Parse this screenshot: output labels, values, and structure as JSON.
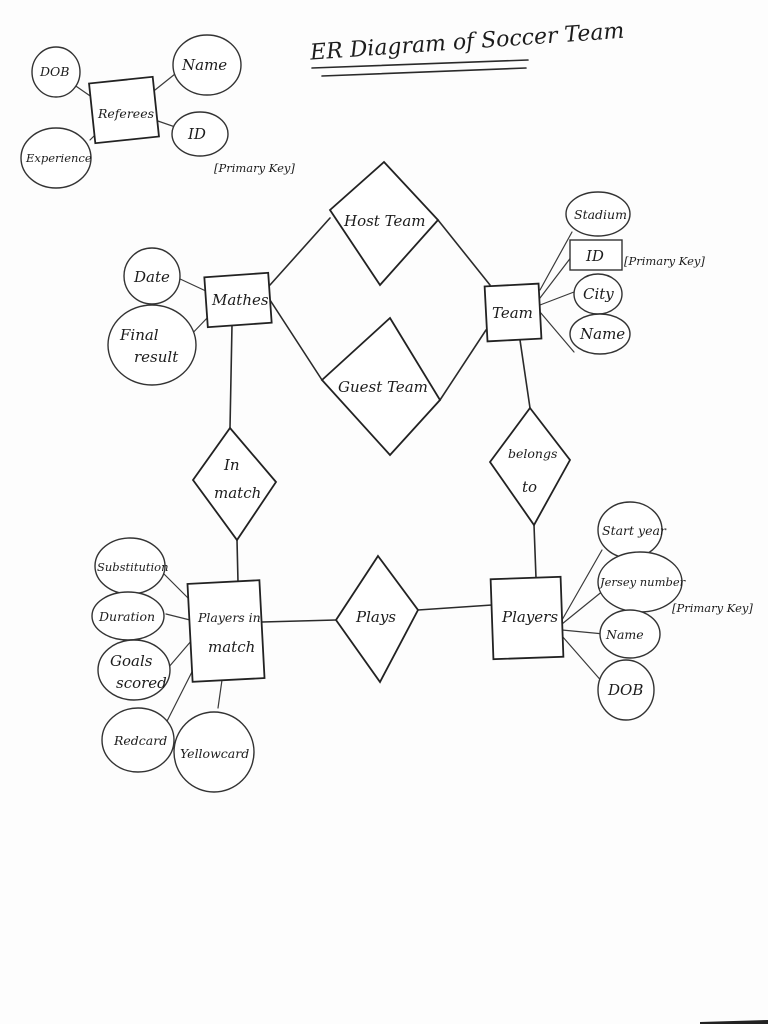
{
  "title": "ER Diagram of Soccer Team",
  "entities": {
    "referees": "Referees",
    "matches": "Mathes",
    "team": "Team",
    "players_in_match": [
      "Players in",
      "match"
    ],
    "players": "Players"
  },
  "relationships": {
    "host_team": "Host Team",
    "guest_team": "Guest Team",
    "in_match": [
      "In",
      "match"
    ],
    "belongs_to": [
      "belongs",
      "to"
    ],
    "plays": "Plays"
  },
  "attributes": {
    "referees": {
      "dob": "DOB",
      "name": "Name",
      "id": "ID",
      "experience": "Experience",
      "id_note": "[Primary Key]"
    },
    "matches": {
      "date": "Date",
      "final_result": [
        "Final",
        "result"
      ]
    },
    "team": {
      "stadium": "Stadium",
      "id": "ID",
      "id_note": "[Primary Key]",
      "city": "City",
      "name": "Name"
    },
    "players_in_match": {
      "substitution": "Substitution",
      "duration": "Duration",
      "goals_scored": [
        "Goals",
        "scored"
      ],
      "redcard": "Redcard",
      "yellowcard": "Yellowcard"
    },
    "players": {
      "start_year": "Start year",
      "jersey_number": "Jersey number",
      "jersey_note": "[Primary Key]",
      "name": "Name",
      "dob": "DOB"
    }
  }
}
